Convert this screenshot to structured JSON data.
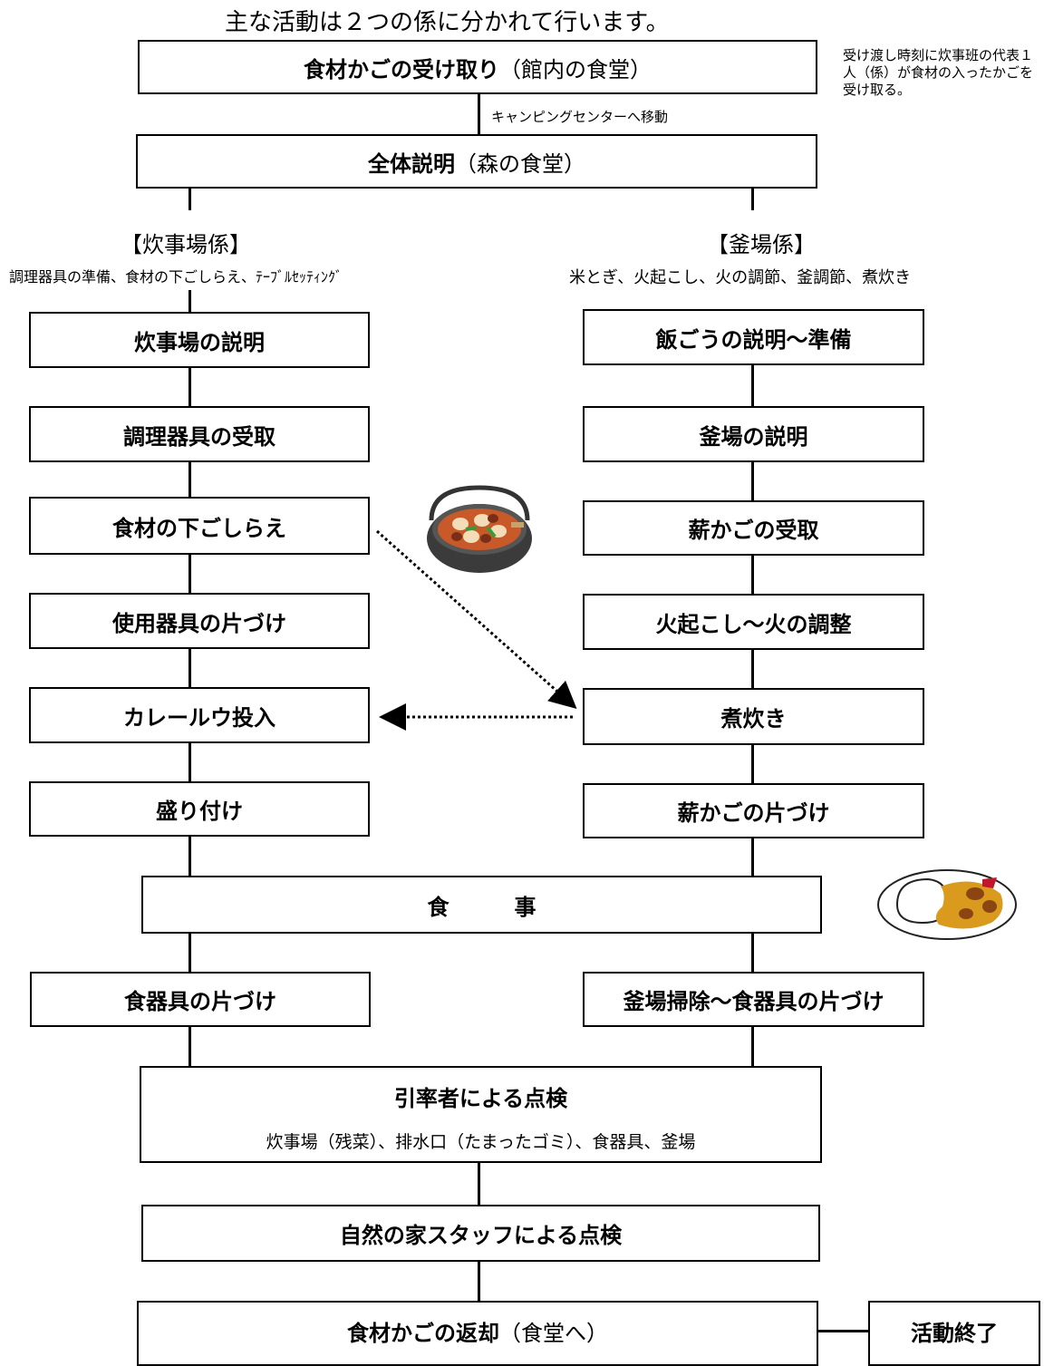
{
  "header": "主な活動は２つの係に分かれて行います。",
  "top": {
    "receive": {
      "bold": "食材かごの受け取り",
      "sub": "（館内の食堂）"
    },
    "note": "受け渡し時刻に炊事班の代表１人（係）が食材の入ったかごを受け取る。",
    "move_label": "キャンピングセンターへ移動",
    "explain": {
      "bold": "全体説明",
      "sub": "（森の食堂）"
    }
  },
  "left": {
    "title": "【炊事場係】",
    "desc": "調理器具の準備、食材の下ごしらえ、ﾃｰﾌﾞﾙｾｯﾃｨﾝｸﾞ",
    "steps": [
      "炊事場の説明",
      "調理器具の受取",
      "食材の下ごしらえ",
      "使用器具の片づけ",
      "カレールウ投入",
      "盛り付け"
    ],
    "cleanup": "食器具の片づけ"
  },
  "right": {
    "title": "【釜場係】",
    "desc": "米とぎ、火起こし、火の調節、釜調節、煮炊き",
    "steps": [
      "飯ごうの説明～準備",
      "釜場の説明",
      "薪かごの受取",
      "火起こし～火の調整",
      "煮炊き",
      "薪かごの片づけ"
    ],
    "cleanup": "釜場掃除～食器具の片づけ"
  },
  "meal": "食　　　事",
  "inspect1": {
    "title": "引率者による点検",
    "detail": "炊事場（残菜）、排水口（たまったゴミ）、食器具、釜場"
  },
  "inspect2": "自然の家スタッフによる点検",
  "return": {
    "bold": "食材かごの返却",
    "sub": "（食堂へ）"
  },
  "end": "活動終了"
}
